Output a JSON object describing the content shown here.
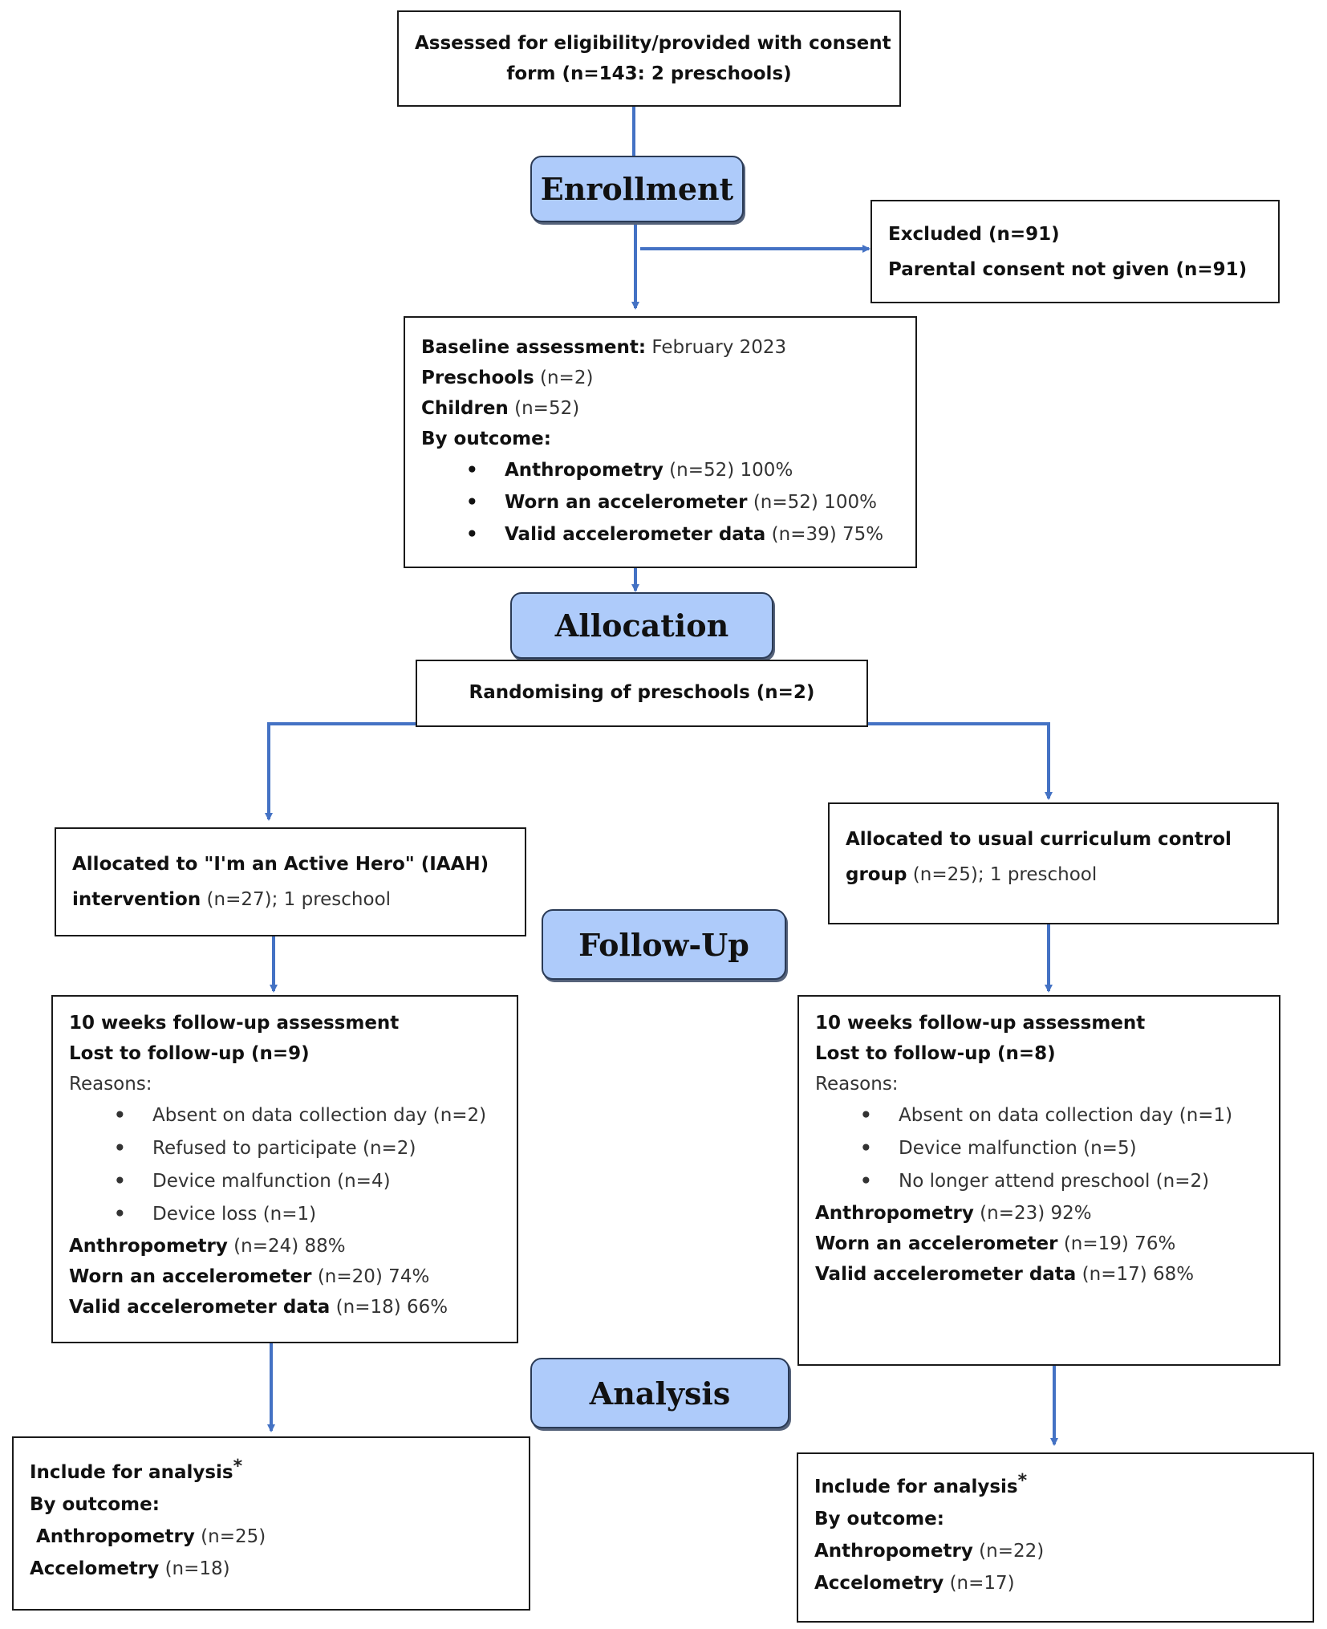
{
  "colors": {
    "connector": "#4472c4",
    "stage_fill": "#aecbfa",
    "border": "#1a1a1a"
  },
  "stages": {
    "enrollment": "Enrollment",
    "allocation": "Allocation",
    "follow_up": "Follow-Up",
    "analysis": "Analysis"
  },
  "eligibility": {
    "line1": "Assessed for eligibility/provided with consent",
    "line2": "form (n=143: 2 preschools)"
  },
  "excluded": {
    "title": "Excluded (n=91)",
    "reason": "Parental consent not given (n=91)"
  },
  "baseline": {
    "label": "Baseline assessment:",
    "date": "February 2023",
    "preschools_label": "Preschools",
    "preschools_n": "(n=2)",
    "children_label": "Children",
    "children_n": "(n=52)",
    "by_outcome": "By outcome:",
    "items": [
      {
        "label": "Anthropometry",
        "value": "(n=52) 100%"
      },
      {
        "label": "Worn an accelerometer",
        "value": "(n=52) 100%"
      },
      {
        "label": "Valid accelerometer data",
        "value": "(n=39) 75%"
      }
    ]
  },
  "randomising": "Randomising of preschools (n=2)",
  "intervention": {
    "line1": "Allocated to \"I'm an Active Hero\" (IAAH)",
    "line2_label": "intervention",
    "line2_value": "(n=27); 1 preschool"
  },
  "control": {
    "line1": "Allocated to usual curriculum control",
    "line2_label": "group",
    "line2_value": "(n=25); 1 preschool"
  },
  "followup_left": {
    "title": "10 weeks follow-up assessment",
    "lost": "Lost to follow-up (n=9)",
    "reasons_label": "Reasons:",
    "reasons": [
      "Absent on data collection day (n=2)",
      "Refused to participate (n=2)",
      "Device malfunction (n=4)",
      "Device loss (n=1)"
    ],
    "outcomes": [
      {
        "label": "Anthropometry",
        "value": "(n=24) 88%"
      },
      {
        "label": "Worn an accelerometer",
        "value": "(n=20) 74%"
      },
      {
        "label": "Valid accelerometer data",
        "value": "(n=18) 66%"
      }
    ]
  },
  "followup_right": {
    "title": "10 weeks follow-up assessment",
    "lost": "Lost to follow-up (n=8)",
    "reasons_label": "Reasons:",
    "reasons": [
      "Absent on data collection day (n=1)",
      "Device malfunction (n=5)",
      "No longer attend preschool (n=2)"
    ],
    "outcomes": [
      {
        "label": "Anthropometry",
        "value": "(n=23) 92%"
      },
      {
        "label": "Worn an accelerometer",
        "value": "(n=19) 76%"
      },
      {
        "label": "Valid accelerometer data",
        "value": "(n=17) 68%"
      }
    ]
  },
  "analysis_left": {
    "title": "Include for analysis",
    "mark": "*",
    "by_outcome": "By outcome:",
    "items": [
      {
        "label": "Anthropometry",
        "value": "(n=25)"
      },
      {
        "label": "Accelometry",
        "value": "(n=18)"
      }
    ]
  },
  "analysis_right": {
    "title": "Include for analysis",
    "mark": "*",
    "by_outcome": "By outcome:",
    "items": [
      {
        "label": "Anthropometry",
        "value": "(n=22)"
      },
      {
        "label": "Accelometry",
        "value": "(n=17)"
      }
    ]
  }
}
